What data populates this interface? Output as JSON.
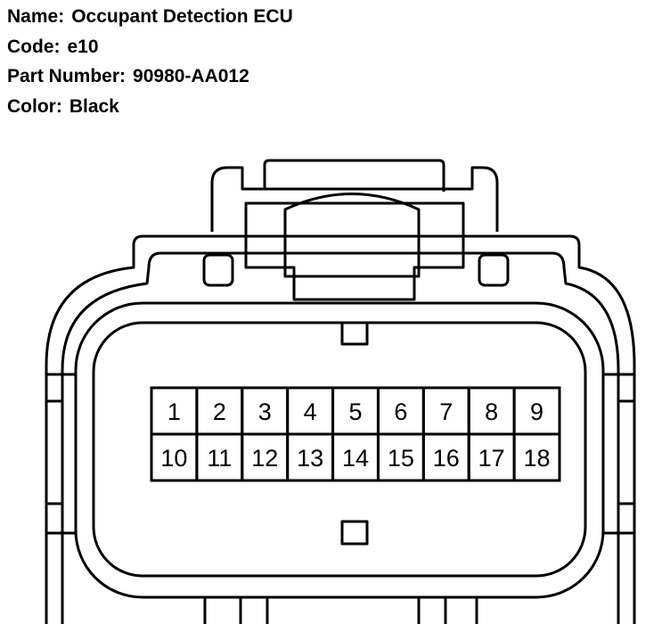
{
  "header": {
    "name_label": "Name:",
    "name_value": "Occupant Detection ECU",
    "code_label": "Code:",
    "code_value": "e10",
    "part_label": "Part Number:",
    "part_value": "90980-AA012",
    "color_label": "Color:",
    "color_value": "Black"
  },
  "connector": {
    "pins_top": [
      "1",
      "2",
      "3",
      "4",
      "5",
      "6",
      "7",
      "8",
      "9"
    ],
    "pins_bottom": [
      "10",
      "11",
      "12",
      "13",
      "14",
      "15",
      "16",
      "17",
      "18"
    ]
  }
}
